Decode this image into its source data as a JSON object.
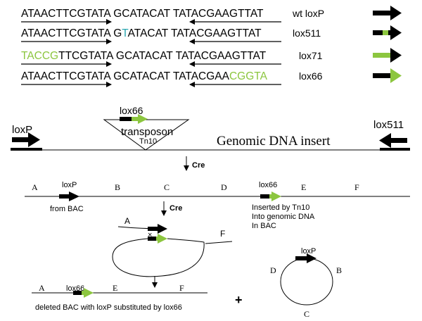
{
  "lox_rows": [
    {
      "label": "wt loxP",
      "seq_left": "ATAACTTCGTATA",
      "seq_mid": "GCATACAT",
      "seq_right": "TATACGAAGTTAT",
      "symbol": "black-arrow"
    },
    {
      "label": "lox511",
      "seq_left": "ATAACTTCGTATA",
      "seq_mid_a": "G",
      "seq_mid_mut": "T",
      "seq_mid_b": "ATACAT",
      "seq_right": "TATACGAAGTTAT",
      "mutation_color": "#2aa6b0",
      "symbol": "black-arrow-with-green-notch"
    },
    {
      "label": "lox71",
      "seq_left_mut": "TACCG",
      "seq_left_rest": "TTCGTATA",
      "seq_mid": "GCATACAT",
      "seq_right": "TATACGAAGTTAT",
      "mutation_color": "#8cc63f",
      "symbol": "green-tail-black-head-arrow"
    },
    {
      "label": "lox66",
      "seq_left": "ATAACTTCGTATA",
      "seq_mid": "GCATACAT",
      "seq_right_rest": "TATACGAA",
      "seq_right_mut": "CGGTA",
      "mutation_color": "#8cc63f",
      "symbol": "black-tail-green-head-arrow"
    }
  ],
  "bac": {
    "transposon_lox_label": "lox66",
    "transposon_label": "transposon",
    "tn10_label": "Tn10",
    "left_lox_label": "loxP",
    "right_lox_label": "lox511",
    "insert_label": "Genomic DNA insert"
  },
  "cre_label": "Cre",
  "linear_map": {
    "regions": [
      "A",
      "B",
      "C",
      "D",
      "E",
      "F"
    ],
    "lox_left_label": "loxP",
    "from_bac": "from BAC",
    "lox_right_label": "lox66",
    "inserted_lines": [
      "Inserted by Tn10",
      "Into genomic DNA",
      "In BAC"
    ]
  },
  "loop": {
    "label_a": "A",
    "label_f": "F",
    "crossover": "×"
  },
  "deleted_bac": {
    "regions": [
      "A",
      "E",
      "F"
    ],
    "lox_label": "lox66",
    "caption": "deleted BAC with loxP substituted by lox66"
  },
  "plus": "+",
  "excised_circle": {
    "lox_label": "loxP",
    "regions": [
      "D",
      "B",
      "C"
    ]
  },
  "colors": {
    "mutant_green": "#8cc63f",
    "mutant_cyan": "#2aa6b0",
    "line": "#000000"
  }
}
